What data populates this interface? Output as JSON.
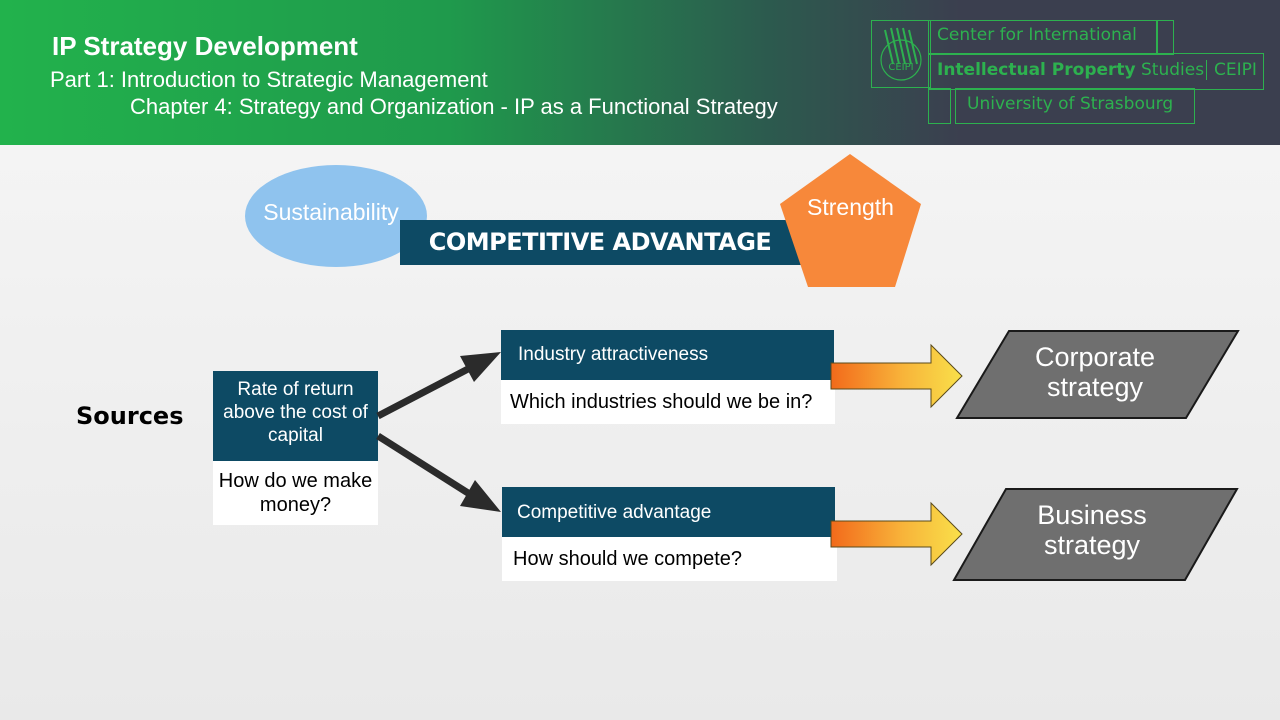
{
  "header": {
    "title": "IP Strategy Development",
    "part": "Part 1: Introduction to Strategic Management",
    "chapter": "Chapter 4: Strategy and Organization - IP as a Functional Strategy"
  },
  "logo": {
    "line1": "Center for International",
    "line2_bold": "Intellectual Property",
    "line2_rest": " Studies",
    "line2_abbr": "CEIPI",
    "line3": "University of Strasbourg",
    "seal_text": "CEIPI"
  },
  "diagram": {
    "sustainability": "Sustainability",
    "competitive_advantage": "COMPETITIVE ADVANTAGE",
    "strength": "Strength",
    "sources": "Sources",
    "rate_of_return": "Rate of return above the cost of capital",
    "how_money": "How do we make money?",
    "industry": "Industry attractiveness",
    "industry_q": "Which industries should we be in?",
    "competitive": "Competitive advantage",
    "competitive_q": "How should we compete?",
    "corporate_line1": "Corporate",
    "corporate_line2": "strategy",
    "business_line1": "Business",
    "business_line2": "strategy"
  },
  "colors": {
    "header_green": "#22b24c",
    "header_dark": "#3b3f4f",
    "logo_green": "#2db14f",
    "navy": "#0d4a64",
    "light_blue": "#8fc3ee",
    "orange": "#f7883a",
    "gray_shape": "#6f6f6f"
  }
}
